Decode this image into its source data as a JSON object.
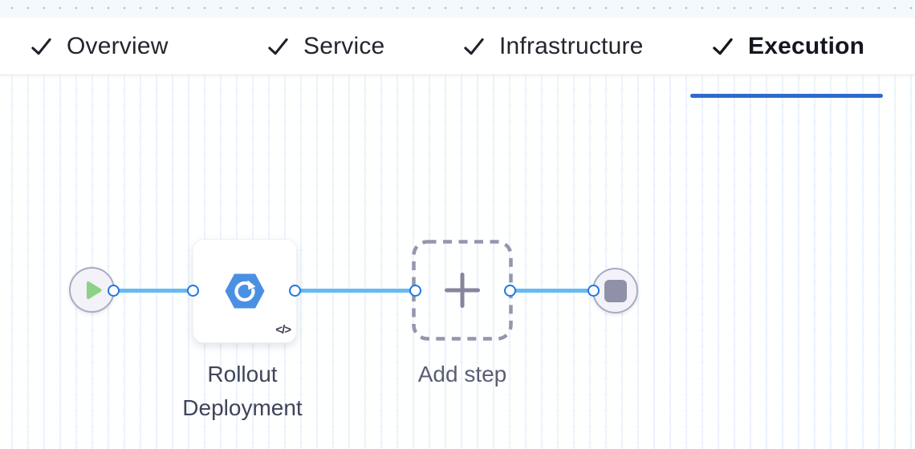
{
  "header": {
    "tabs": [
      {
        "label": "Overview",
        "state": "completed",
        "active": false
      },
      {
        "label": "Service",
        "state": "completed",
        "active": false
      },
      {
        "label": "Infrastructure",
        "state": "completed",
        "active": false
      },
      {
        "label": "Execution",
        "state": "completed",
        "active": true
      }
    ]
  },
  "canvas": {
    "start_node": {
      "icon": "play-icon"
    },
    "steps": [
      {
        "label": "Rollout Deployment",
        "icon": "k8s-rollout-icon",
        "badge": "</>"
      }
    ],
    "add_step": {
      "label": "Add step",
      "icon": "plus-icon"
    },
    "end_node": {
      "icon": "stop-icon"
    }
  },
  "colors": {
    "active_tab_underline": "#2e6ace",
    "connector_line": "#66baf2",
    "connector_port_border": "#1f78e0",
    "play_green": "#8ed186",
    "rollout_blue": "#4a90e2",
    "stop_gray": "#8f91a8",
    "grid_dot": "#b7c0cc",
    "step_label": "#414459",
    "add_step_label": "#5a5e73"
  }
}
